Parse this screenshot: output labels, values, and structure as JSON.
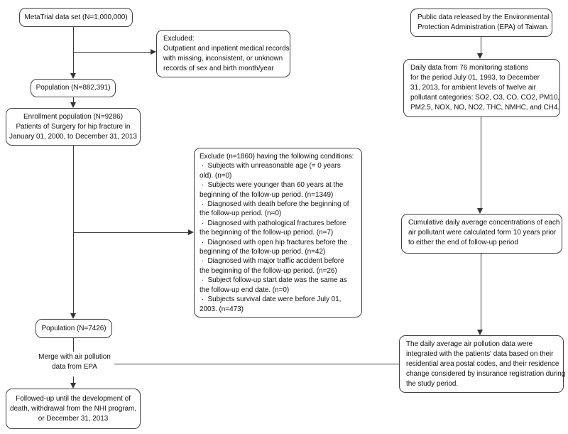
{
  "nodes": {
    "metatrial": "MetaTrial data set (N=1,000,000)",
    "excluded_records": "Excluded:\nOutpatient and inpatient medical records\nwith missing, inconsistent, or unknown\nrecords of sex and birth month/year",
    "population_882391": "Population (N=882,391)",
    "enrollment": "Enrollment population (N=9286)\nPatients of Surgery for hip fracture in\nJanuary 01, 2000, to December 31, 2013",
    "exclude_conditions": "Exclude (n=1860) having the following conditions:\n ·  Subjects with unreasonable age (= 0 years\nold). (n=0)\n ·  Subjects were younger than 60 years at the\nbeginning of the follow-up period. (n=1349)\n ·  Diagnosed with death before the beginning of\nthe follow-up period. (n=0)\n ·  Diagnosed with pathological fractures before\nthe beginning of the follow-up period. (n=7)\n ·  Diagnosed with open hip fractures before the\nbeginning of the follow-up period. (n=42)\n ·  Diagnosed with major traffic accident before\nthe beginning of the follow-up period. (n=26)\n ·  Subject follow-up start date was the same as\nthe follow-up end date. (n=0)\n ·  Subjects survival date were before July 01,\n2003. (n=473)",
    "population_7426": "Population (N=7426)",
    "merge_label": "Merge with air pollution\ndata from EPA",
    "followup": "Followed-up until the development of\ndeath, withdrawal from the NHI program,\nor December 31, 2013",
    "epa_public": "Public data released by the Environmental\nProtection Administration (EPA) of Taiwan.",
    "daily_data": "Daily data from 76 monitoring stations\nfor the period July 01, 1993, to December\n31, 2013, for ambient levels of twelve air\npollutant categories: SO2, O3, CO, CO2, PM10,\nPM2.5, NOX, NO, NO2, THC, NMHC, and CH4.",
    "cumulative": "Cumulative daily average concentrations of each\nair pollutant were calculated form 10 years prior\nto either the end of follow-up period",
    "integration": "The daily average air pollution data were\nintegrated with the patients' data based on their\nresidential area postal codes, and their residence\nchange considered by insurance registration during\nthe study period."
  },
  "colors": {
    "background": "#ffffff",
    "box_border": "#404040",
    "connector_line": "#3a3a3a",
    "text": "#111111"
  }
}
